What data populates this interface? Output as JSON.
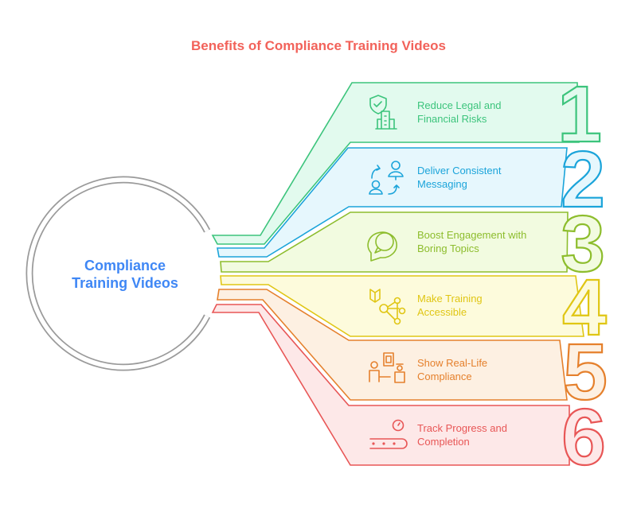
{
  "title": "Benefits of Compliance Training Videos",
  "center": {
    "line1": "Compliance",
    "line2": "Training Videos"
  },
  "items": [
    {
      "number": "1",
      "line1": "Reduce Legal and",
      "line2": "Financial Risks",
      "icon": "shield-building-icon",
      "color": "#3cc47c",
      "fill": "#e2faee"
    },
    {
      "number": "2",
      "line1": "Deliver Consistent",
      "line2": "Messaging",
      "icon": "people-exchange-icon",
      "color": "#1ba4da",
      "fill": "#e6f7fd"
    },
    {
      "number": "3",
      "line1": "Boost Engagement with",
      "line2": "Boring Topics",
      "icon": "chat-bubbles-icon",
      "color": "#8dbd2d",
      "fill": "#f2fbe0"
    },
    {
      "number": "4",
      "line1": "Make Training",
      "line2": "Accessible",
      "icon": "book-network-icon",
      "color": "#e0c614",
      "fill": "#fdfbdc"
    },
    {
      "number": "5",
      "line1": "Show Real-Life",
      "line2": "Compliance",
      "icon": "person-scenario-icon",
      "color": "#e5802c",
      "fill": "#fdf0e2"
    },
    {
      "number": "6",
      "line1": "Track Progress and",
      "line2": "Completion",
      "icon": "timer-progress-icon",
      "color": "#e85656",
      "fill": "#fde8e8"
    }
  ]
}
